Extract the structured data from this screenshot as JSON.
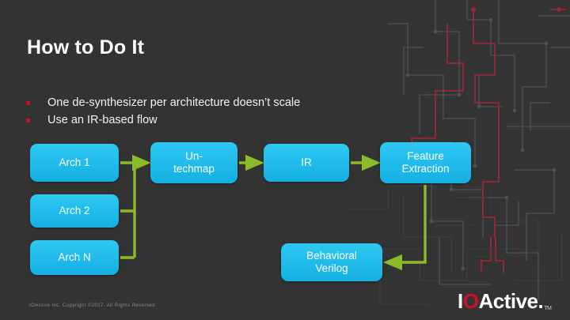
{
  "slide": {
    "title": "How to Do It",
    "background_color": "#333333",
    "accent_color": "#22bdec",
    "arrow_color": "#8cbb2a",
    "bullet_color": "#c8102e"
  },
  "bullets": [
    {
      "text": "One de-synthesizer per architecture doesn’t scale"
    },
    {
      "text": "Use an IR-based flow"
    }
  ],
  "diagram": {
    "nodes": [
      {
        "id": "arch1",
        "label": "Arch 1"
      },
      {
        "id": "arch2",
        "label": "Arch 2"
      },
      {
        "id": "archn",
        "label": "Arch N"
      },
      {
        "id": "untechmap",
        "line1": "Un-",
        "line2": "techmap"
      },
      {
        "id": "ir",
        "label": "IR"
      },
      {
        "id": "feature",
        "line1": "Feature",
        "line2": "Extraction"
      },
      {
        "id": "behavioral",
        "line1": "Behavioral",
        "line2": "Verilog"
      }
    ],
    "edges": [
      {
        "from": "arch1",
        "to": "untechmap"
      },
      {
        "from": "arch2",
        "to": "untechmap"
      },
      {
        "from": "archn",
        "to": "untechmap"
      },
      {
        "from": "untechmap",
        "to": "ir"
      },
      {
        "from": "ir",
        "to": "feature"
      },
      {
        "from": "feature",
        "to": "behavioral"
      }
    ]
  },
  "footer": {
    "copyright": "IOActive Inc. Copyright ©2017. All Rights Reserved",
    "logo": {
      "i": "I",
      "o": "O",
      "active": "Active.",
      "tm": "TM"
    }
  }
}
